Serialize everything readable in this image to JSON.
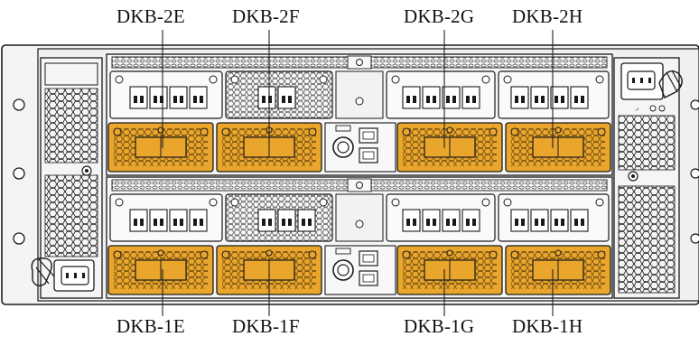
{
  "labels": {
    "top": [
      "DKB-2E",
      "DKB-2F",
      "DKB-2G",
      "DKB-2H"
    ],
    "bottom": [
      "DKB-1E",
      "DKB-1F",
      "DKB-1G",
      "DKB-1H"
    ]
  },
  "colors": {
    "chassis": "#f4f4f4",
    "outline": "#1a1a1a",
    "orange_card": "#e9a52c",
    "leader_line": "#222222"
  }
}
